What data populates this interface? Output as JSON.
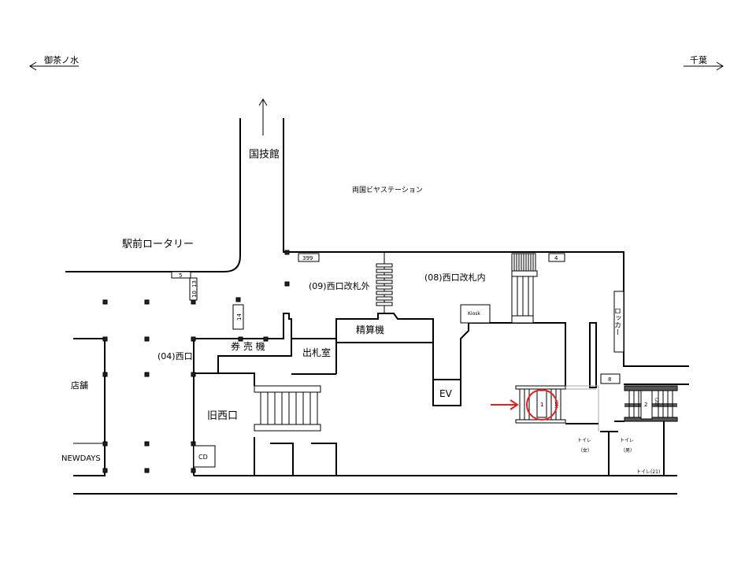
{
  "directions": {
    "left": "御茶ノ水",
    "right": "千葉",
    "up": "国技館"
  },
  "areas": {
    "beer_station": "両国ビヤステーション",
    "rotary": "駅前ロータリー",
    "west_gate_outside": "(09)西口改札外",
    "west_gate_inside": "(08)西口改札内",
    "fare_adjust": "精算機",
    "ticket_office": "出札室",
    "ticket_machines": "券 売 機",
    "west_exit": "(04)西口",
    "old_west_exit": "旧西口",
    "shop": "店舗",
    "newdays": "NEWDAYS",
    "cd": "CD",
    "ev": "EV",
    "kiosk": "Kiosk",
    "locker": "ロッカー",
    "toilet_f": "トイレ",
    "toilet_f_sub": "（女）",
    "toilet_m": "トイレ",
    "toilet_m_sub": "（男）",
    "toilet_21": "トイレ(21)"
  },
  "numbers": {
    "n5": "5",
    "n10": "10",
    "n13": "13",
    "n14": "14",
    "n399": "399",
    "n4": "4",
    "n8": "8",
    "stair1": "1",
    "stair2": "2",
    "stair1_sub": "(20)",
    "stair2_sub": "(20)"
  },
  "highlight_color": "#e02020"
}
